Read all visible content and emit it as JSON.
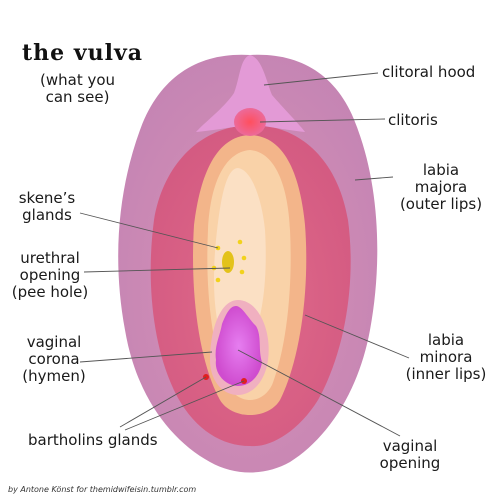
{
  "title": "the vulva",
  "subtitle": [
    "(what you",
    "can see)"
  ],
  "labels": {
    "clitoral_hood": [
      "clitoral hood"
    ],
    "clitoris": [
      "clitoris"
    ],
    "labia_majora": [
      "labia",
      "majora",
      "(outer lips)"
    ],
    "skenes_glands": [
      "skene’s",
      "glands"
    ],
    "urethral_opening": [
      "urethral",
      "opening",
      "(pee hole)"
    ],
    "labia_minora": [
      "labia",
      "minora",
      "(inner lips)"
    ],
    "vaginal_corona": [
      "vaginal",
      "corona",
      "(hymen)"
    ],
    "bartholins_glands": [
      "bartholins glands"
    ],
    "vaginal_opening": [
      "vaginal",
      "opening"
    ]
  },
  "credit": "by Antone Könst for themidwifeisin.tumblr.com",
  "colors": {
    "labia_majora": "#c783ae",
    "labia_minora": "#d6627f",
    "vestibule": "#f7c995",
    "clitoral_hood": "#e39ad6",
    "clitoris": "#e8456a",
    "urethra": "#e3c21a",
    "vaginal_opening": "#d64fd8",
    "bartholins": "#e02020",
    "leader_line": "#555555"
  }
}
